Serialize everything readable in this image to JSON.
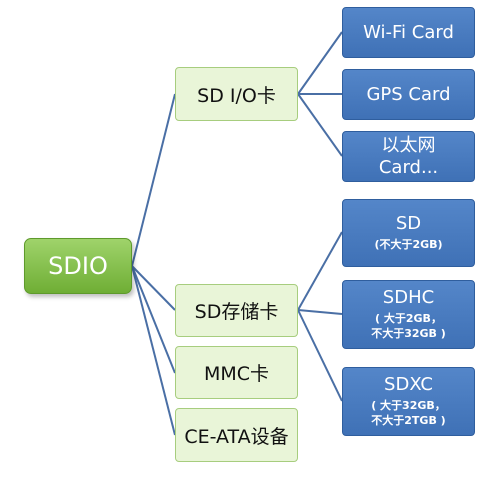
{
  "root": {
    "label": "SDIO"
  },
  "branches": [
    {
      "label": "SD I/O卡",
      "children": [
        {
          "label": "Wi-Fi Card",
          "sub": []
        },
        {
          "label": "GPS Card",
          "sub": []
        },
        {
          "label": "以太网\nCard...",
          "sub": []
        }
      ]
    },
    {
      "label": "SD存储卡",
      "children": [
        {
          "label": "SD",
          "sub": [
            "(不大于2GB)"
          ]
        },
        {
          "label": "SDHC",
          "sub": [
            "( 大于2GB，",
            "不大于32GB )"
          ]
        },
        {
          "label": "SDXC",
          "sub": [
            "( 大于32GB，",
            "不大于2TGB )"
          ]
        }
      ]
    },
    {
      "label": "MMC卡",
      "children": []
    },
    {
      "label": "CE-ATA设备",
      "children": []
    }
  ],
  "colors": {
    "root_fill": "#7dbb45",
    "branch_fill": "#e9f5d8",
    "leaf_fill": "#4a7cc0",
    "connector": "#4a6fa5"
  }
}
